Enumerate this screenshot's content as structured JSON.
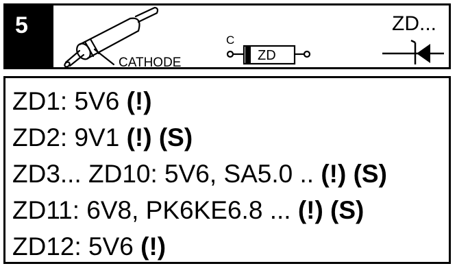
{
  "header": {
    "step_number": "5",
    "cathode_label": "CATHODE",
    "package_c_label": "C",
    "package_body_label": "ZD",
    "symbol_label": "ZD..."
  },
  "items": [
    {
      "text": "ZD1: 5V6 ",
      "flags": "(!)"
    },
    {
      "text": "ZD2: 9V1 ",
      "flags": "(!) (S)"
    },
    {
      "text": "ZD3... ZD10: 5V6, SA5.0 .. ",
      "flags": "(!) (S)"
    },
    {
      "text": "ZD11: 6V8, PK6KE6.8 ... ",
      "flags": "(!) (S)"
    },
    {
      "text": "ZD12: 5V6 ",
      "flags": "(!)"
    }
  ]
}
